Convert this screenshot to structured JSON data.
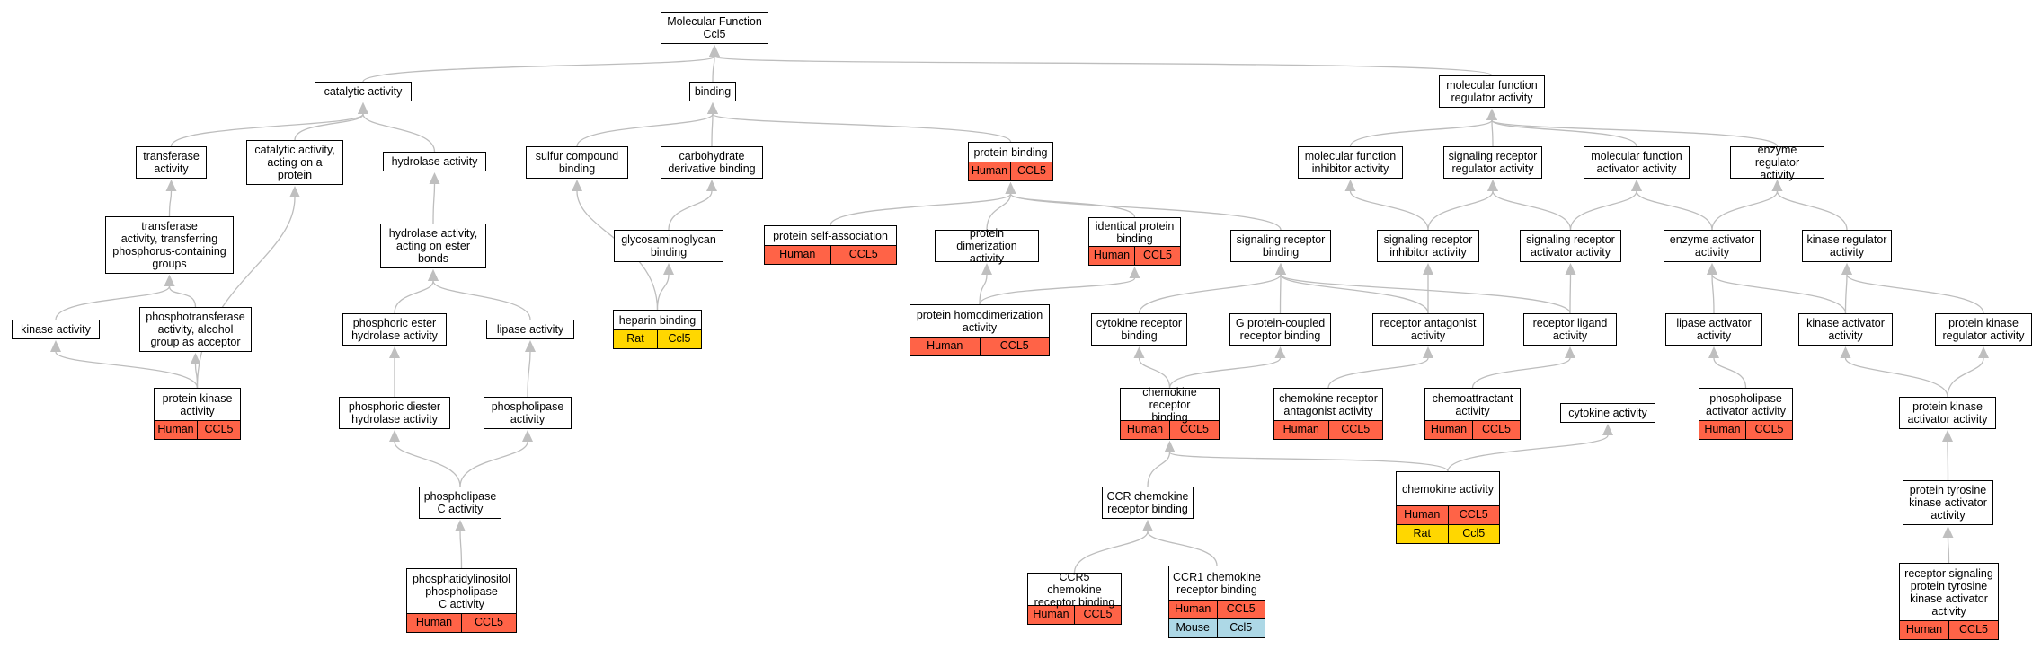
{
  "colors": {
    "human": "#ff6347",
    "rat": "#ffd700",
    "mouse": "#add8e6",
    "edge": "#bdbdbd",
    "arrow": "#bfbfbf"
  },
  "nodes": {
    "root": {
      "lines": [
        "Molecular Function",
        "Ccl5"
      ],
      "ann": []
    },
    "catalytic": {
      "lines": [
        "catalytic activity"
      ],
      "ann": []
    },
    "binding": {
      "lines": [
        "binding"
      ],
      "ann": []
    },
    "mfreg": {
      "lines": [
        "molecular function",
        "regulator activity"
      ],
      "ann": []
    },
    "transferase": {
      "lines": [
        "transferase",
        "activity"
      ],
      "ann": []
    },
    "catprot": {
      "lines": [
        "catalytic activity,",
        "acting on a",
        "protein"
      ],
      "ann": []
    },
    "hydrolase": {
      "lines": [
        "hydrolase activity"
      ],
      "ann": []
    },
    "sulfur": {
      "lines": [
        "sulfur compound",
        "binding"
      ],
      "ann": []
    },
    "carbo": {
      "lines": [
        "carbohydrate",
        "derivative binding"
      ],
      "ann": []
    },
    "protbind": {
      "lines": [
        "protein binding"
      ],
      "ann": [
        [
          "Human",
          "CCL5"
        ]
      ]
    },
    "mfinhib": {
      "lines": [
        "molecular function",
        "inhibitor activity"
      ],
      "ann": []
    },
    "sigrecreg": {
      "lines": [
        "signaling receptor",
        "regulator activity"
      ],
      "ann": []
    },
    "mfact": {
      "lines": [
        "molecular function",
        "activator activity"
      ],
      "ann": []
    },
    "enzreg": {
      "lines": [
        "enzyme regulator",
        "activity"
      ],
      "ann": []
    },
    "transphos": {
      "lines": [
        "transferase",
        "activity, transferring",
        "phosphorus-containing",
        "groups"
      ],
      "ann": []
    },
    "hydroester": {
      "lines": [
        "hydrolase activity,",
        "acting on ester",
        "bonds"
      ],
      "ann": []
    },
    "gag": {
      "lines": [
        "glycosaminoglycan",
        "binding"
      ],
      "ann": []
    },
    "selfassoc": {
      "lines": [
        "protein self-association"
      ],
      "ann": [
        [
          "Human",
          "CCL5"
        ]
      ]
    },
    "dimer": {
      "lines": [
        "protein dimerization",
        "activity"
      ],
      "ann": []
    },
    "identical": {
      "lines": [
        "identical protein",
        "binding"
      ],
      "ann": [
        [
          "Human",
          "CCL5"
        ]
      ]
    },
    "sigrecbind": {
      "lines": [
        "signaling receptor",
        "binding"
      ],
      "ann": []
    },
    "sigrecinhib": {
      "lines": [
        "signaling receptor",
        "inhibitor activity"
      ],
      "ann": []
    },
    "sigrecact": {
      "lines": [
        "signaling receptor",
        "activator activity"
      ],
      "ann": []
    },
    "enzact": {
      "lines": [
        "enzyme activator",
        "activity"
      ],
      "ann": []
    },
    "kinreg": {
      "lines": [
        "kinase regulator",
        "activity"
      ],
      "ann": []
    },
    "kinase": {
      "lines": [
        "kinase activity"
      ],
      "ann": []
    },
    "phosphotrans": {
      "lines": [
        "phosphotransferase",
        "activity, alcohol",
        "group as acceptor"
      ],
      "ann": []
    },
    "phosester": {
      "lines": [
        "phosphoric ester",
        "hydrolase activity"
      ],
      "ann": []
    },
    "lipase": {
      "lines": [
        "lipase activity"
      ],
      "ann": []
    },
    "heparin": {
      "lines": [
        "heparin binding"
      ],
      "ann": [
        [
          "Rat",
          "Ccl5"
        ]
      ]
    },
    "homodimer": {
      "lines": [
        "protein homodimerization",
        "activity"
      ],
      "ann": [
        [
          "Human",
          "CCL5"
        ]
      ]
    },
    "cytorec": {
      "lines": [
        "cytokine receptor",
        "binding"
      ],
      "ann": []
    },
    "gpcr": {
      "lines": [
        "G protein-coupled",
        "receptor binding"
      ],
      "ann": []
    },
    "recantag": {
      "lines": [
        "receptor antagonist",
        "activity"
      ],
      "ann": []
    },
    "recligand": {
      "lines": [
        "receptor ligand",
        "activity"
      ],
      "ann": []
    },
    "lipaseact": {
      "lines": [
        "lipase activator",
        "activity"
      ],
      "ann": []
    },
    "kinact": {
      "lines": [
        "kinase activator",
        "activity"
      ],
      "ann": []
    },
    "protkinreg": {
      "lines": [
        "protein kinase",
        "regulator activity"
      ],
      "ann": []
    },
    "protkin": {
      "lines": [
        "protein kinase",
        "activity"
      ],
      "ann": [
        [
          "Human",
          "CCL5"
        ]
      ]
    },
    "phosdiester": {
      "lines": [
        "phosphoric diester",
        "hydrolase activity"
      ],
      "ann": []
    },
    "phospholipase": {
      "lines": [
        "phospholipase",
        "activity"
      ],
      "ann": []
    },
    "chemorecbind": {
      "lines": [
        "chemokine receptor",
        "binding"
      ],
      "ann": [
        [
          "Human",
          "CCL5"
        ]
      ]
    },
    "chemorecantag": {
      "lines": [
        "chemokine receptor",
        "antagonist activity"
      ],
      "ann": [
        [
          "Human",
          "CCL5"
        ]
      ]
    },
    "chemoattract": {
      "lines": [
        "chemoattractant",
        "activity"
      ],
      "ann": [
        [
          "Human",
          "CCL5"
        ]
      ]
    },
    "cytokine": {
      "lines": [
        "cytokine activity"
      ],
      "ann": []
    },
    "phoslipact": {
      "lines": [
        "phospholipase",
        "activator activity"
      ],
      "ann": [
        [
          "Human",
          "CCL5"
        ]
      ]
    },
    "protkinact": {
      "lines": [
        "protein kinase",
        "activator activity"
      ],
      "ann": []
    },
    "plc": {
      "lines": [
        "phospholipase",
        "C activity"
      ],
      "ann": []
    },
    "ccrbind": {
      "lines": [
        "CCR chemokine",
        "receptor binding"
      ],
      "ann": []
    },
    "chemokine": {
      "lines": [
        "chemokine activity"
      ],
      "ann": [
        [
          "Human",
          "CCL5"
        ],
        [
          "Rat",
          "Ccl5"
        ]
      ]
    },
    "tyrkinact": {
      "lines": [
        "protein tyrosine",
        "kinase activator",
        "activity"
      ],
      "ann": []
    },
    "pip": {
      "lines": [
        "phosphatidylinositol",
        "phospholipase",
        "C activity"
      ],
      "ann": [
        [
          "Human",
          "CCL5"
        ]
      ]
    },
    "ccr5": {
      "lines": [
        "CCR5 chemokine",
        "receptor binding"
      ],
      "ann": [
        [
          "Human",
          "CCL5"
        ]
      ]
    },
    "ccr1": {
      "lines": [
        "CCR1 chemokine",
        "receptor binding"
      ],
      "ann": [
        [
          "Human",
          "CCL5"
        ],
        [
          "Mouse",
          "Ccl5"
        ]
      ]
    },
    "rsptk": {
      "lines": [
        "receptor signaling",
        "protein tyrosine",
        "kinase activator",
        "activity"
      ],
      "ann": [
        [
          "Human",
          "CCL5"
        ]
      ]
    }
  }
}
